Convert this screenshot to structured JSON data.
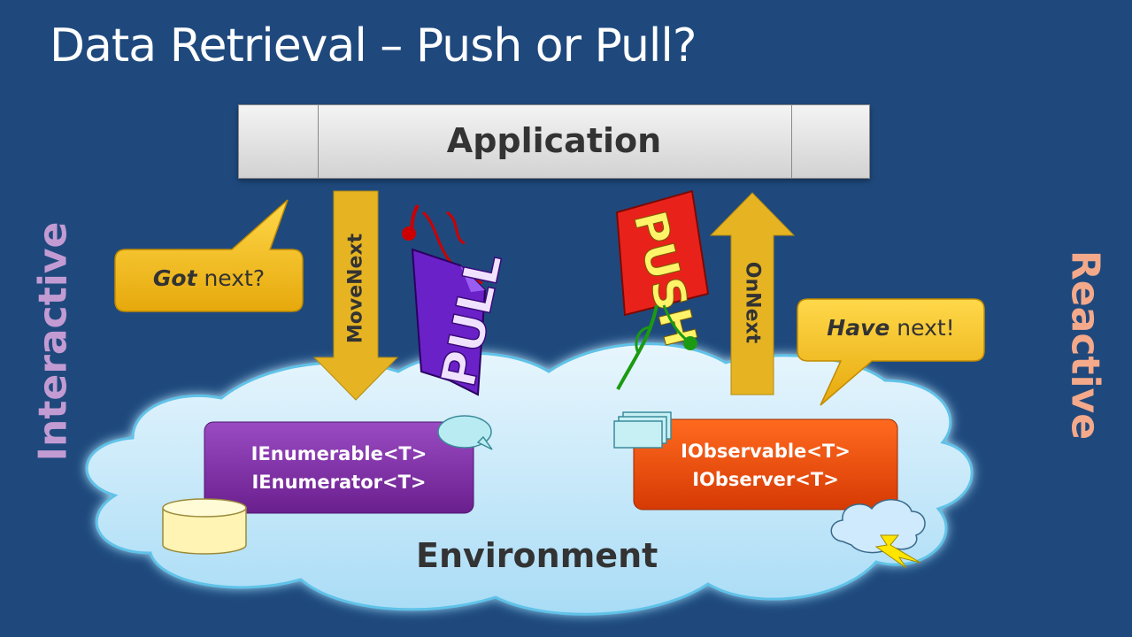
{
  "title": "Data Retrieval – Push or Pull?",
  "application_label": "Application",
  "environment_label": "Environment",
  "interactive_label": "Interactive",
  "reactive_label": "Reactive",
  "pull_side": {
    "arrow_label": "MoveNext",
    "bubble_bold": "Got",
    "bubble_rest": " next?",
    "iface_line1": "IEnumerable<T>",
    "iface_line2": "IEnumerator<T>",
    "sign_text": "PULL"
  },
  "push_side": {
    "arrow_label": "OnNext",
    "bubble_bold": "Have",
    "bubble_rest": " next!",
    "iface_line1": "IObservable<T>",
    "iface_line2": "IObserver<T>",
    "sign_text": "PUSH"
  },
  "colors": {
    "background": "#1f497d",
    "arrow": "#e6b422",
    "bubble": "#f5c21b",
    "pull_box": "#7b2fa0",
    "push_box": "#e8480c",
    "cloud": "#bde6f9",
    "interactive": "#c39bd3",
    "reactive": "#f4a98a"
  }
}
